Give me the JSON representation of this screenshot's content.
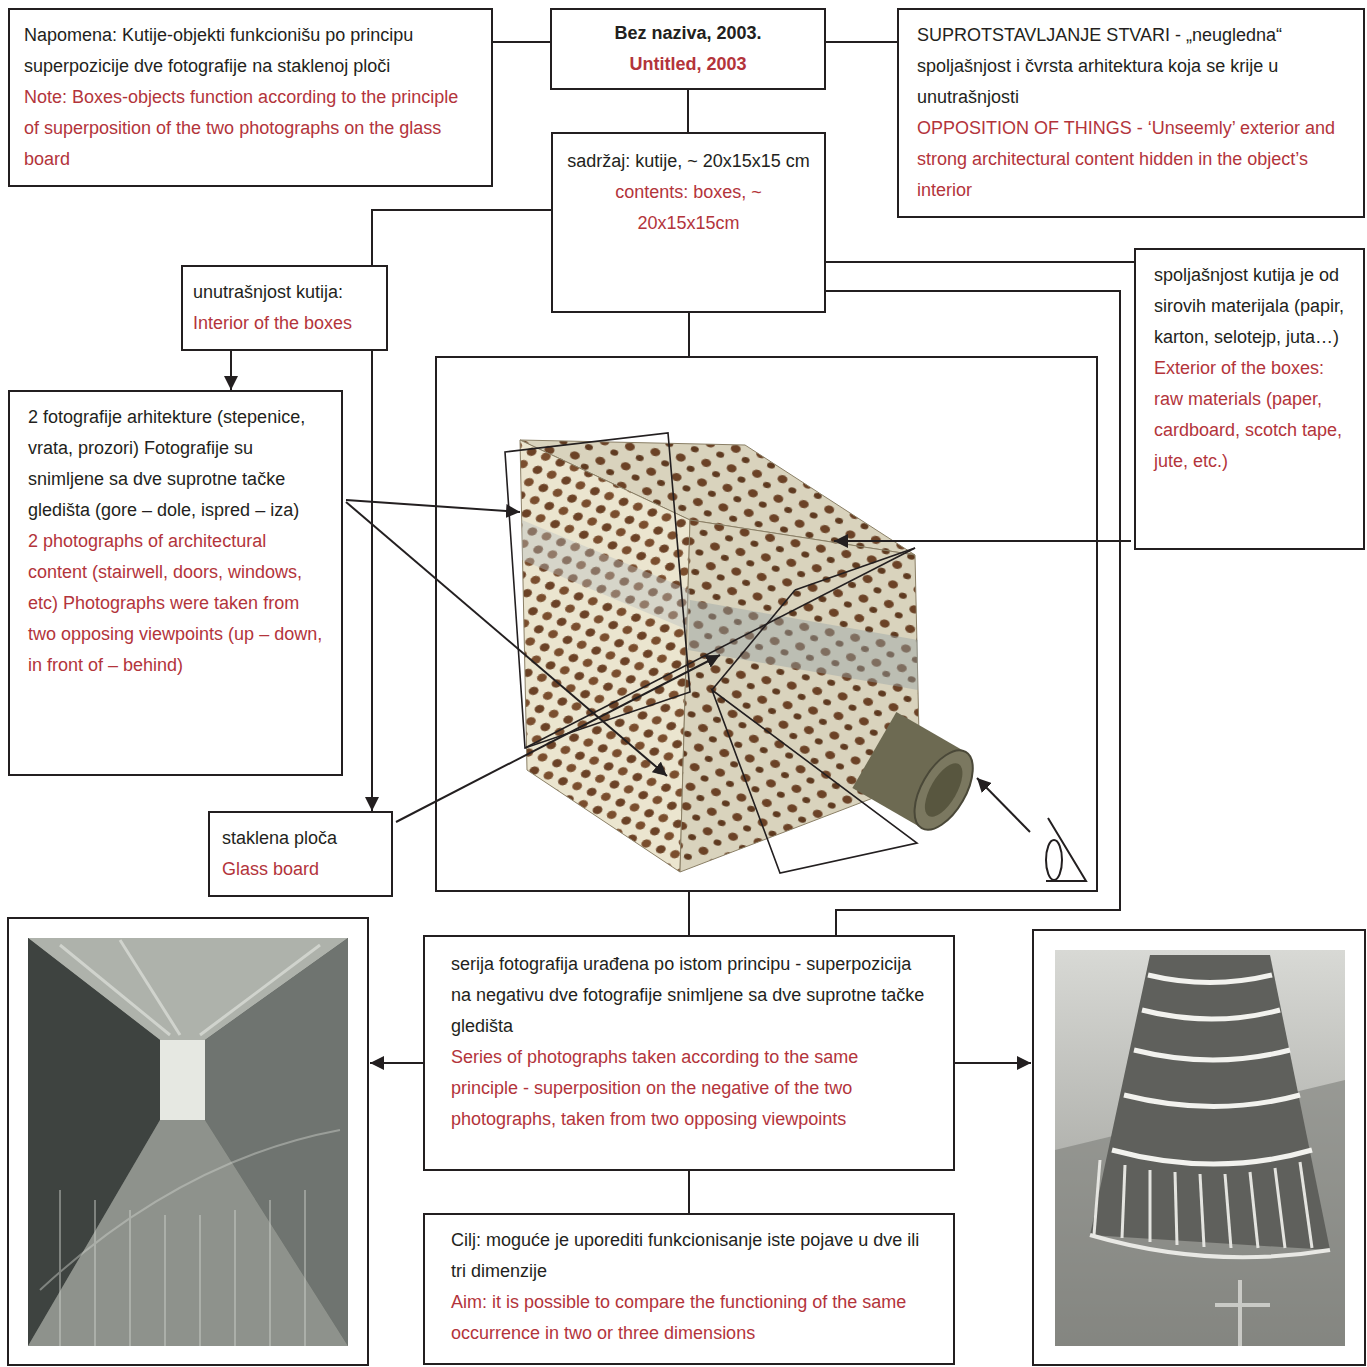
{
  "diagram": {
    "nodes": [
      {
        "text": [
          "Napomena: Kutije-objekti funkcionišu po principu superpozicije dve fotografije na staklenoj ploči",
          "Note: Boxes-objects function according to the principle of superposition of the two photographs on the glass board"
        ]
      },
      {
        "text": [
          "Bez naziva, 2003.",
          "Untitled, 2003"
        ]
      },
      {
        "text": [
          "SUPROTSTAVLJANJE STVARI - „neugledna“ spoljašnjost i čvrsta arhitektura koja se krije u unutrašnjosti",
          "OPPOSITION OF THINGS - ‘Unseemly’ exterior and strong architectural content hidden in the object’s interior"
        ]
      },
      {
        "text": [
          "sadržaj: kutije, ~ 20x15x15 cm",
          "contents: boxes, ~ 20x15x15cm"
        ]
      },
      {
        "text": [
          "unutrašnjost kutija:",
          "Interior of the boxes"
        ]
      },
      {
        "text": [
          "spoljašnjost kutija je od sirovih materijala (papir, karton, selotejp, juta…)",
          "Exterior of the boxes: raw materials (paper, cardboard, scotch tape, jute, etc.)"
        ]
      },
      {
        "text": [
          "2 fotografije arhitekture (stepenice, vrata, prozori) Fotografije su snimljene sa dve suprotne tačke gledišta (gore – dole, ispred – iza)",
          "2 photographs of architectural content (stairwell, doors, windows, etc) Photographs were taken from two opposing viewpoints (up – down, in front of – behind)"
        ]
      },
      {
        "text": [
          "staklena ploča",
          "Glass board"
        ]
      },
      {
        "text": [
          "serija fotografija urađena po istom principu - superpozicija na negativu dve fotografije snimljene sa dve suprotne tačke gledišta",
          "Series of photographs taken according to the same principle - superposition on the negative of the two photographs, taken from two opposing viewpoints"
        ]
      },
      {
        "text": [
          "Cilj: moguće je uporediti funkcionisanje iste pojave u dve ili tri dimenzije",
          "Aim: it is possible to compare the functioning of the same occurrence in two or three dimensions"
        ]
      }
    ],
    "edges": [
      {
        "from": 0,
        "to": 1,
        "arrow": "none"
      },
      {
        "from": 1,
        "to": 2,
        "arrow": "none"
      },
      {
        "from": 1,
        "to": 3,
        "arrow": "none"
      },
      {
        "from": 3,
        "to": 4,
        "arrow": "none"
      },
      {
        "from": 3,
        "to": 7,
        "arrow": "to"
      },
      {
        "from": 4,
        "to": 6,
        "arrow": "to"
      },
      {
        "from": 3,
        "to": 5,
        "arrow": "none"
      },
      {
        "from": 3,
        "to": 8,
        "arrow": "none"
      },
      {
        "from": 8,
        "to": 9,
        "arrow": "none"
      }
    ]
  }
}
